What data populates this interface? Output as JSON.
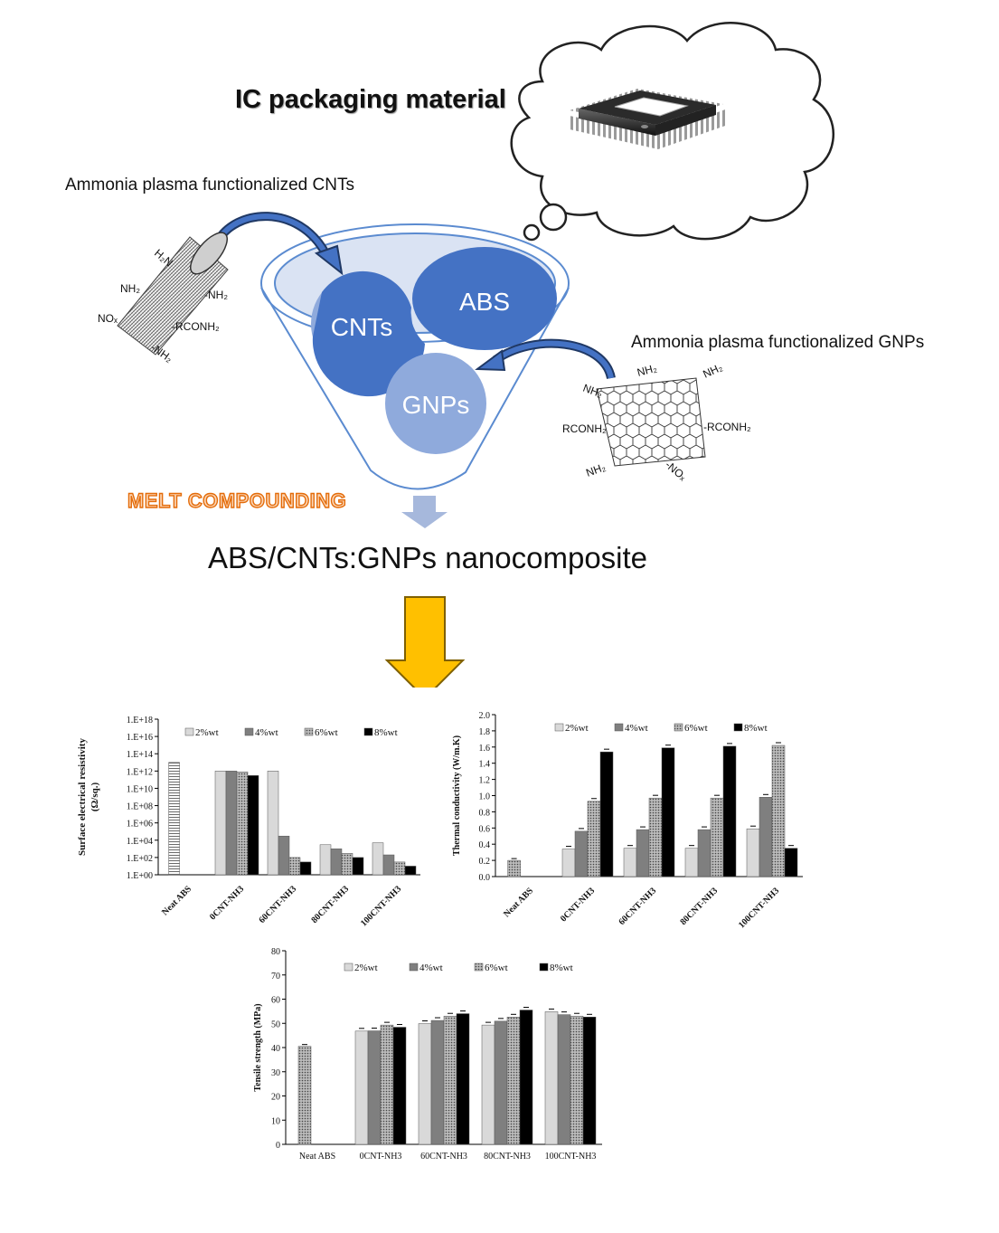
{
  "diagram": {
    "title": "IC packaging material",
    "cnt_caption": "Ammonia plasma functionalized CNTs",
    "gnp_caption": "Ammonia plasma functionalized GNPs",
    "circles": {
      "abs": "ABS",
      "cnts": "CNTs",
      "gnps": "GNPs"
    },
    "process": "MELT COMPOUNDING",
    "product": "ABS/CNTs:GNPs nanocomposite",
    "cnt_groups": {
      "g1": "H₂N",
      "g2": "NH₂",
      "g3": "-NH₂",
      "g4": "NOₓ",
      "g5": "-RCONH₂",
      "g6": "-NH₂"
    },
    "gnp_groups": {
      "g1": "NH₂",
      "g2": "NH₂",
      "g3": "NH₂",
      "g4": "RCONH₂",
      "g5": "-RCONH₂",
      "g6": "NH₂",
      "g7": "-NOₓ"
    },
    "colors": {
      "circle_dark": "#4472c4",
      "circle_light": "#8faadc",
      "funnel_line": "#5b8bd0",
      "arrow_gold": "#ffc000",
      "melt_orange": "#e46c0a"
    }
  },
  "chart_data": [
    {
      "type": "bar",
      "ylabel": "Surface electrical resistivity (Ω/sq.)",
      "ylabel_line1": "Surface electrical resistivity",
      "ylabel_line2": "(Ω/sq.)",
      "yscale": "log",
      "yticks": [
        "1.E+00",
        "1.E+02",
        "1.E+04",
        "1.E+06",
        "1.E+08",
        "1.E+10",
        "1.E+12",
        "1.E+14",
        "1.E+16",
        "1.E+18"
      ],
      "ylim_exp": [
        0,
        18
      ],
      "categories": [
        "Neat ABS",
        "0CNT-NH3",
        "60CNT-NH3",
        "80CNT-NH3",
        "100CNT-NH3"
      ],
      "neat": 10000000000000.0,
      "series": [
        {
          "name": "2%wt",
          "values": [
            null,
            1000000000000.0,
            1000000000000.0,
            3000.0,
            5000.0
          ]
        },
        {
          "name": "4%wt",
          "values": [
            null,
            1000000000000.0,
            30000.0,
            1000.0,
            200.0
          ]
        },
        {
          "name": "6%wt",
          "values": [
            null,
            800000000000.0,
            100.0,
            300.0,
            30
          ]
        },
        {
          "name": "8%wt",
          "values": [
            null,
            300000000000.0,
            30.0,
            100.0,
            10.0
          ]
        }
      ],
      "legend": "top"
    },
    {
      "type": "bar",
      "ylabel": "Thermal conductivity (W/m.K)",
      "yticks": [
        "0.0",
        "0.2",
        "0.4",
        "0.6",
        "0.8",
        "1.0",
        "1.2",
        "1.4",
        "1.6",
        "1.8",
        "2.0"
      ],
      "ylim": [
        0,
        2.0
      ],
      "categories": [
        "Neat ABS",
        "0CNT-NH3",
        "60CNT-NH3",
        "80CNT-NH3",
        "100CNT-NH3"
      ],
      "neat": 0.2,
      "series": [
        {
          "name": "2%wt",
          "values": [
            null,
            0.34,
            0.35,
            0.35,
            0.59
          ]
        },
        {
          "name": "4%wt",
          "values": [
            null,
            0.56,
            0.58,
            0.58,
            0.98
          ]
        },
        {
          "name": "6%wt",
          "values": [
            null,
            0.93,
            0.97,
            0.97,
            1.62
          ]
        },
        {
          "name": "8%wt",
          "values": [
            null,
            1.54,
            1.59,
            1.61,
            0.35
          ]
        }
      ],
      "legend": "top"
    },
    {
      "type": "bar",
      "ylabel": "Tensile strength  (MPa)",
      "yticks": [
        "0",
        "10",
        "20",
        "30",
        "40",
        "50",
        "60",
        "70",
        "80"
      ],
      "ylim": [
        0,
        80
      ],
      "categories": [
        "Neat ABS",
        "0CNT-NH3",
        "60CNT-NH3",
        "80CNT-NH3",
        "100CNT-NH3"
      ],
      "neat": 40.5,
      "series": [
        {
          "name": "2%wt",
          "values": [
            null,
            46.8,
            49.9,
            49.3,
            54.8
          ]
        },
        {
          "name": "4%wt",
          "values": [
            null,
            46.9,
            51.2,
            50.9,
            53.6
          ]
        },
        {
          "name": "6%wt",
          "values": [
            null,
            49.3,
            53,
            52.6,
            53
          ]
        },
        {
          "name": "8%wt",
          "values": [
            null,
            48.4,
            54,
            55.5,
            52.6
          ]
        }
      ],
      "legend": "top"
    }
  ]
}
